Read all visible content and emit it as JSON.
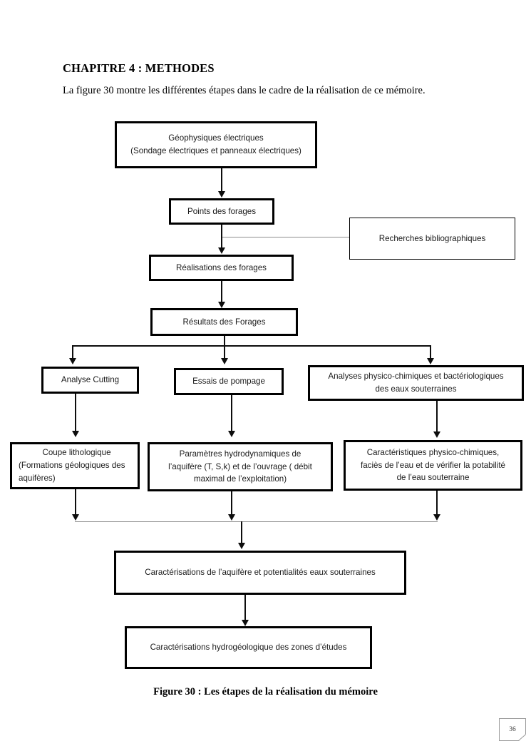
{
  "document": {
    "chapter_title": "CHAPITRE 4 : METHODES",
    "intro_text": "La figure 30 montre les différentes étapes   dans le cadre de la réalisation de ce mémoire.",
    "figure_caption": "Figure 30 : Les étapes de la réalisation du mémoire",
    "page_number": "36"
  },
  "flowchart": {
    "nodes": [
      {
        "id": "geophysique",
        "lines": [
          "Géophysiques électriques",
          "(Sondage électriques et panneaux électriques)"
        ]
      },
      {
        "id": "points-forages",
        "lines": [
          "Points des forages"
        ]
      },
      {
        "id": "recherches-biblio",
        "lines": [
          "Recherches bibliographiques"
        ]
      },
      {
        "id": "realisations-forages",
        "lines": [
          "Réalisations des forages"
        ]
      },
      {
        "id": "resultats-forages",
        "lines": [
          "Résultats des Forages"
        ]
      },
      {
        "id": "analyse-cutting",
        "lines": [
          "Analyse  Cutting"
        ]
      },
      {
        "id": "essais-pompage",
        "lines": [
          "Essais de pompage"
        ]
      },
      {
        "id": "analyses-physico",
        "lines": [
          "Analyses  physico-chimiques et  bactériologiques",
          "des eaux souterraines"
        ]
      },
      {
        "id": "coupe-lithologique",
        "lines": [
          "Coupe lithologique",
          "(Formations géologiques des",
          "aquifères)"
        ]
      },
      {
        "id": "parametres-hydro",
        "lines": [
          "Paramètres hydrodynamiques de",
          "l’aquifère (T, S,k) et de l’ouvrage ( débit",
          "maximal de l’exploitation)"
        ]
      },
      {
        "id": "caracteristiques-physico",
        "lines": [
          "Caractéristiques physico-chimiques,",
          "faciès de l’eau  et de vérifier la potabilité",
          "de l’eau souterraine"
        ]
      },
      {
        "id": "caracterisations-aquifere",
        "lines": [
          "Caractérisations de l’aquifère et potentialités eaux souterraines"
        ]
      },
      {
        "id": "caracterisations-hydro",
        "lines": [
          "Caractérisations hydrogéologique  des zones d’études"
        ]
      }
    ],
    "colors": {
      "box_border": "#000000",
      "connector": "#0d0d0d",
      "faint_connector": "#8e8e8e",
      "background": "#ffffff"
    }
  }
}
